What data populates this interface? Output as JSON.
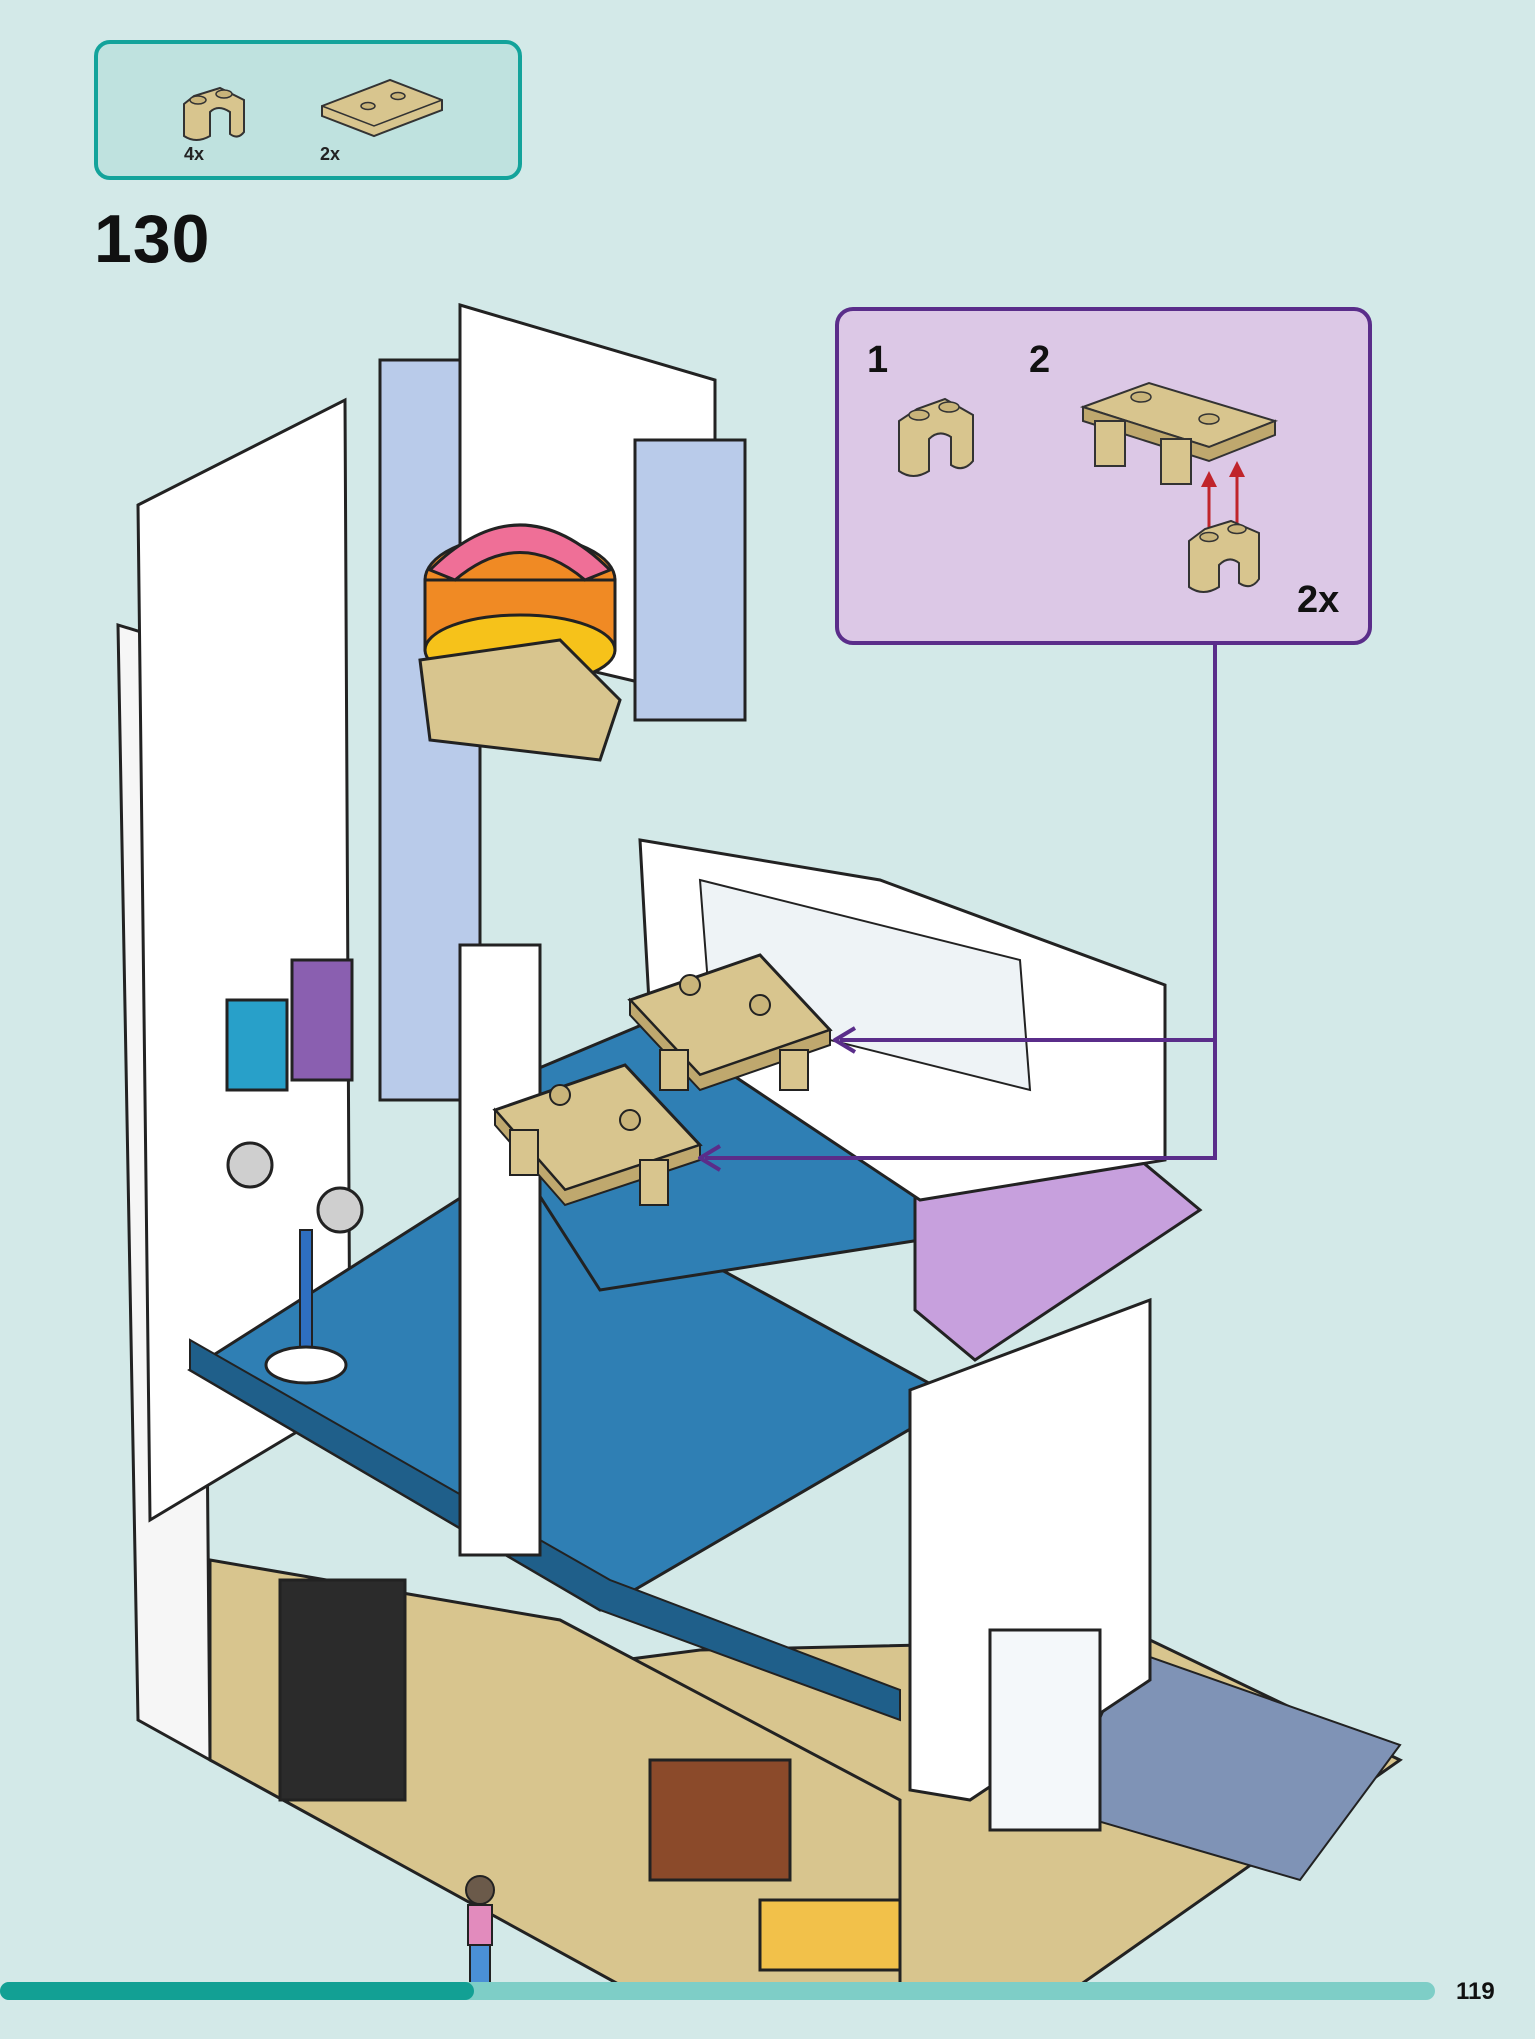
{
  "parts_list": {
    "items": [
      {
        "name": "tan-curved-brick-1x2",
        "count": "4x"
      },
      {
        "name": "tan-plate-2x4",
        "count": "2x"
      }
    ]
  },
  "step": {
    "number": "130"
  },
  "callout": {
    "substeps": [
      {
        "label": "1"
      },
      {
        "label": "2",
        "multiplier": "2x"
      }
    ]
  },
  "footer": {
    "page_number": "119",
    "progress": 0.33
  },
  "colors": {
    "background": "#d3e9e8",
    "parts_border": "#13a39b",
    "callout_border": "#5a2d8a",
    "callout_fill": "#dcc8e6",
    "brick_tan": "#d8c58e",
    "plate_blue": "#2f7fb4",
    "roof_lavender": "#c7a0dd",
    "progress_fill": "#12a094",
    "progress_track": "#7ecec7"
  }
}
